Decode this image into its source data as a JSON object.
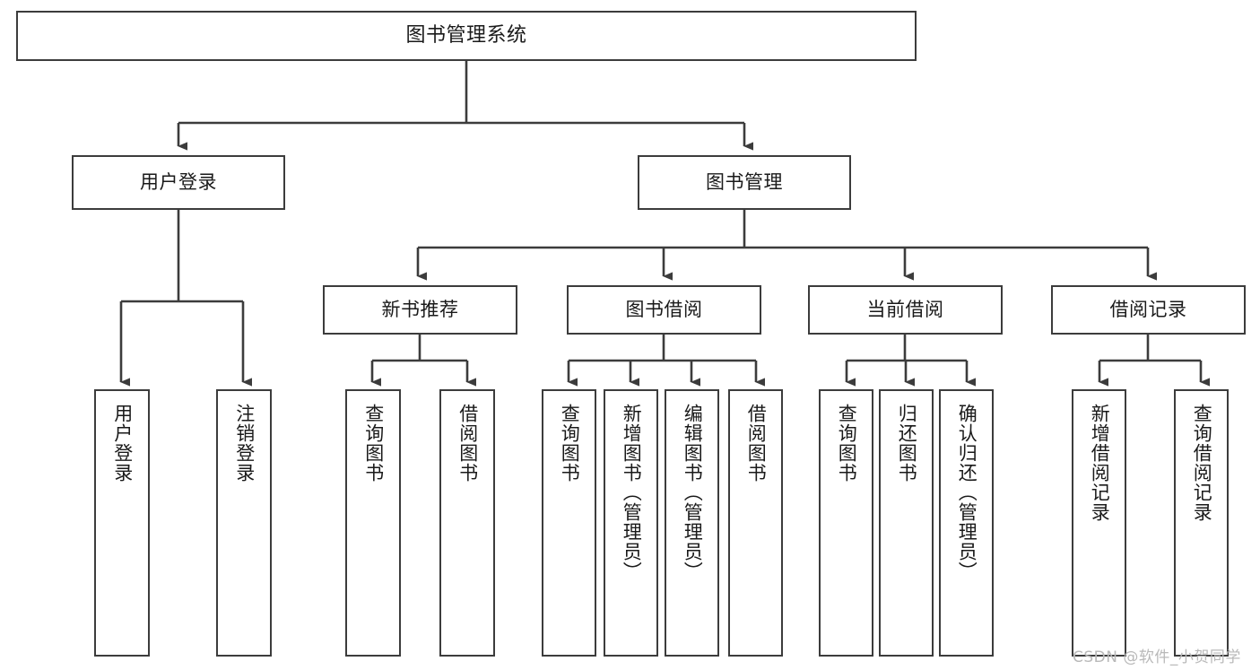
{
  "diagram": {
    "title": "图书管理系统",
    "type": "tree",
    "orientation": "top-down",
    "line_color": "#3c3c3c",
    "box_fill": "#ffffff",
    "text_color": "#1a1a1a"
  },
  "nodes": {
    "root": {
      "label": "图书管理系统"
    },
    "level2": [
      {
        "id": "user-login",
        "label": "用户登录"
      },
      {
        "id": "book-manage",
        "label": "图书管理"
      }
    ],
    "level3": [
      {
        "id": "new-book-recommend",
        "label": "新书推荐"
      },
      {
        "id": "book-borrow",
        "label": "图书借阅"
      },
      {
        "id": "current-borrow",
        "label": "当前借阅"
      },
      {
        "id": "borrow-record",
        "label": "借阅记录"
      }
    ],
    "leaves": {
      "user_login": [
        {
          "id": "leaf-user-login",
          "label": "用户登录"
        },
        {
          "id": "leaf-logout-login",
          "label": "注销登录"
        }
      ],
      "new_book_recommend": [
        {
          "id": "leaf-query-book-1",
          "label": "查询图书"
        },
        {
          "id": "leaf-borrow-book-1",
          "label": "借阅图书"
        }
      ],
      "book_borrow": [
        {
          "id": "leaf-query-book-2",
          "label": "查询图书"
        },
        {
          "id": "leaf-add-book",
          "label": "新增图书（管理员）"
        },
        {
          "id": "leaf-edit-book",
          "label": "编辑图书（管理员）"
        },
        {
          "id": "leaf-borrow-book-2",
          "label": "借阅图书"
        }
      ],
      "current_borrow": [
        {
          "id": "leaf-query-book-3",
          "label": "查询图书"
        },
        {
          "id": "leaf-return-book",
          "label": "归还图书"
        },
        {
          "id": "leaf-confirm-return",
          "label": "确认归还（管理员）"
        }
      ],
      "borrow_record": [
        {
          "id": "leaf-add-record",
          "label": "新增借阅记录"
        },
        {
          "id": "leaf-query-record",
          "label": "查询借阅记录"
        }
      ]
    }
  },
  "watermark": {
    "text": "CSDN @软件_小贺同学"
  }
}
